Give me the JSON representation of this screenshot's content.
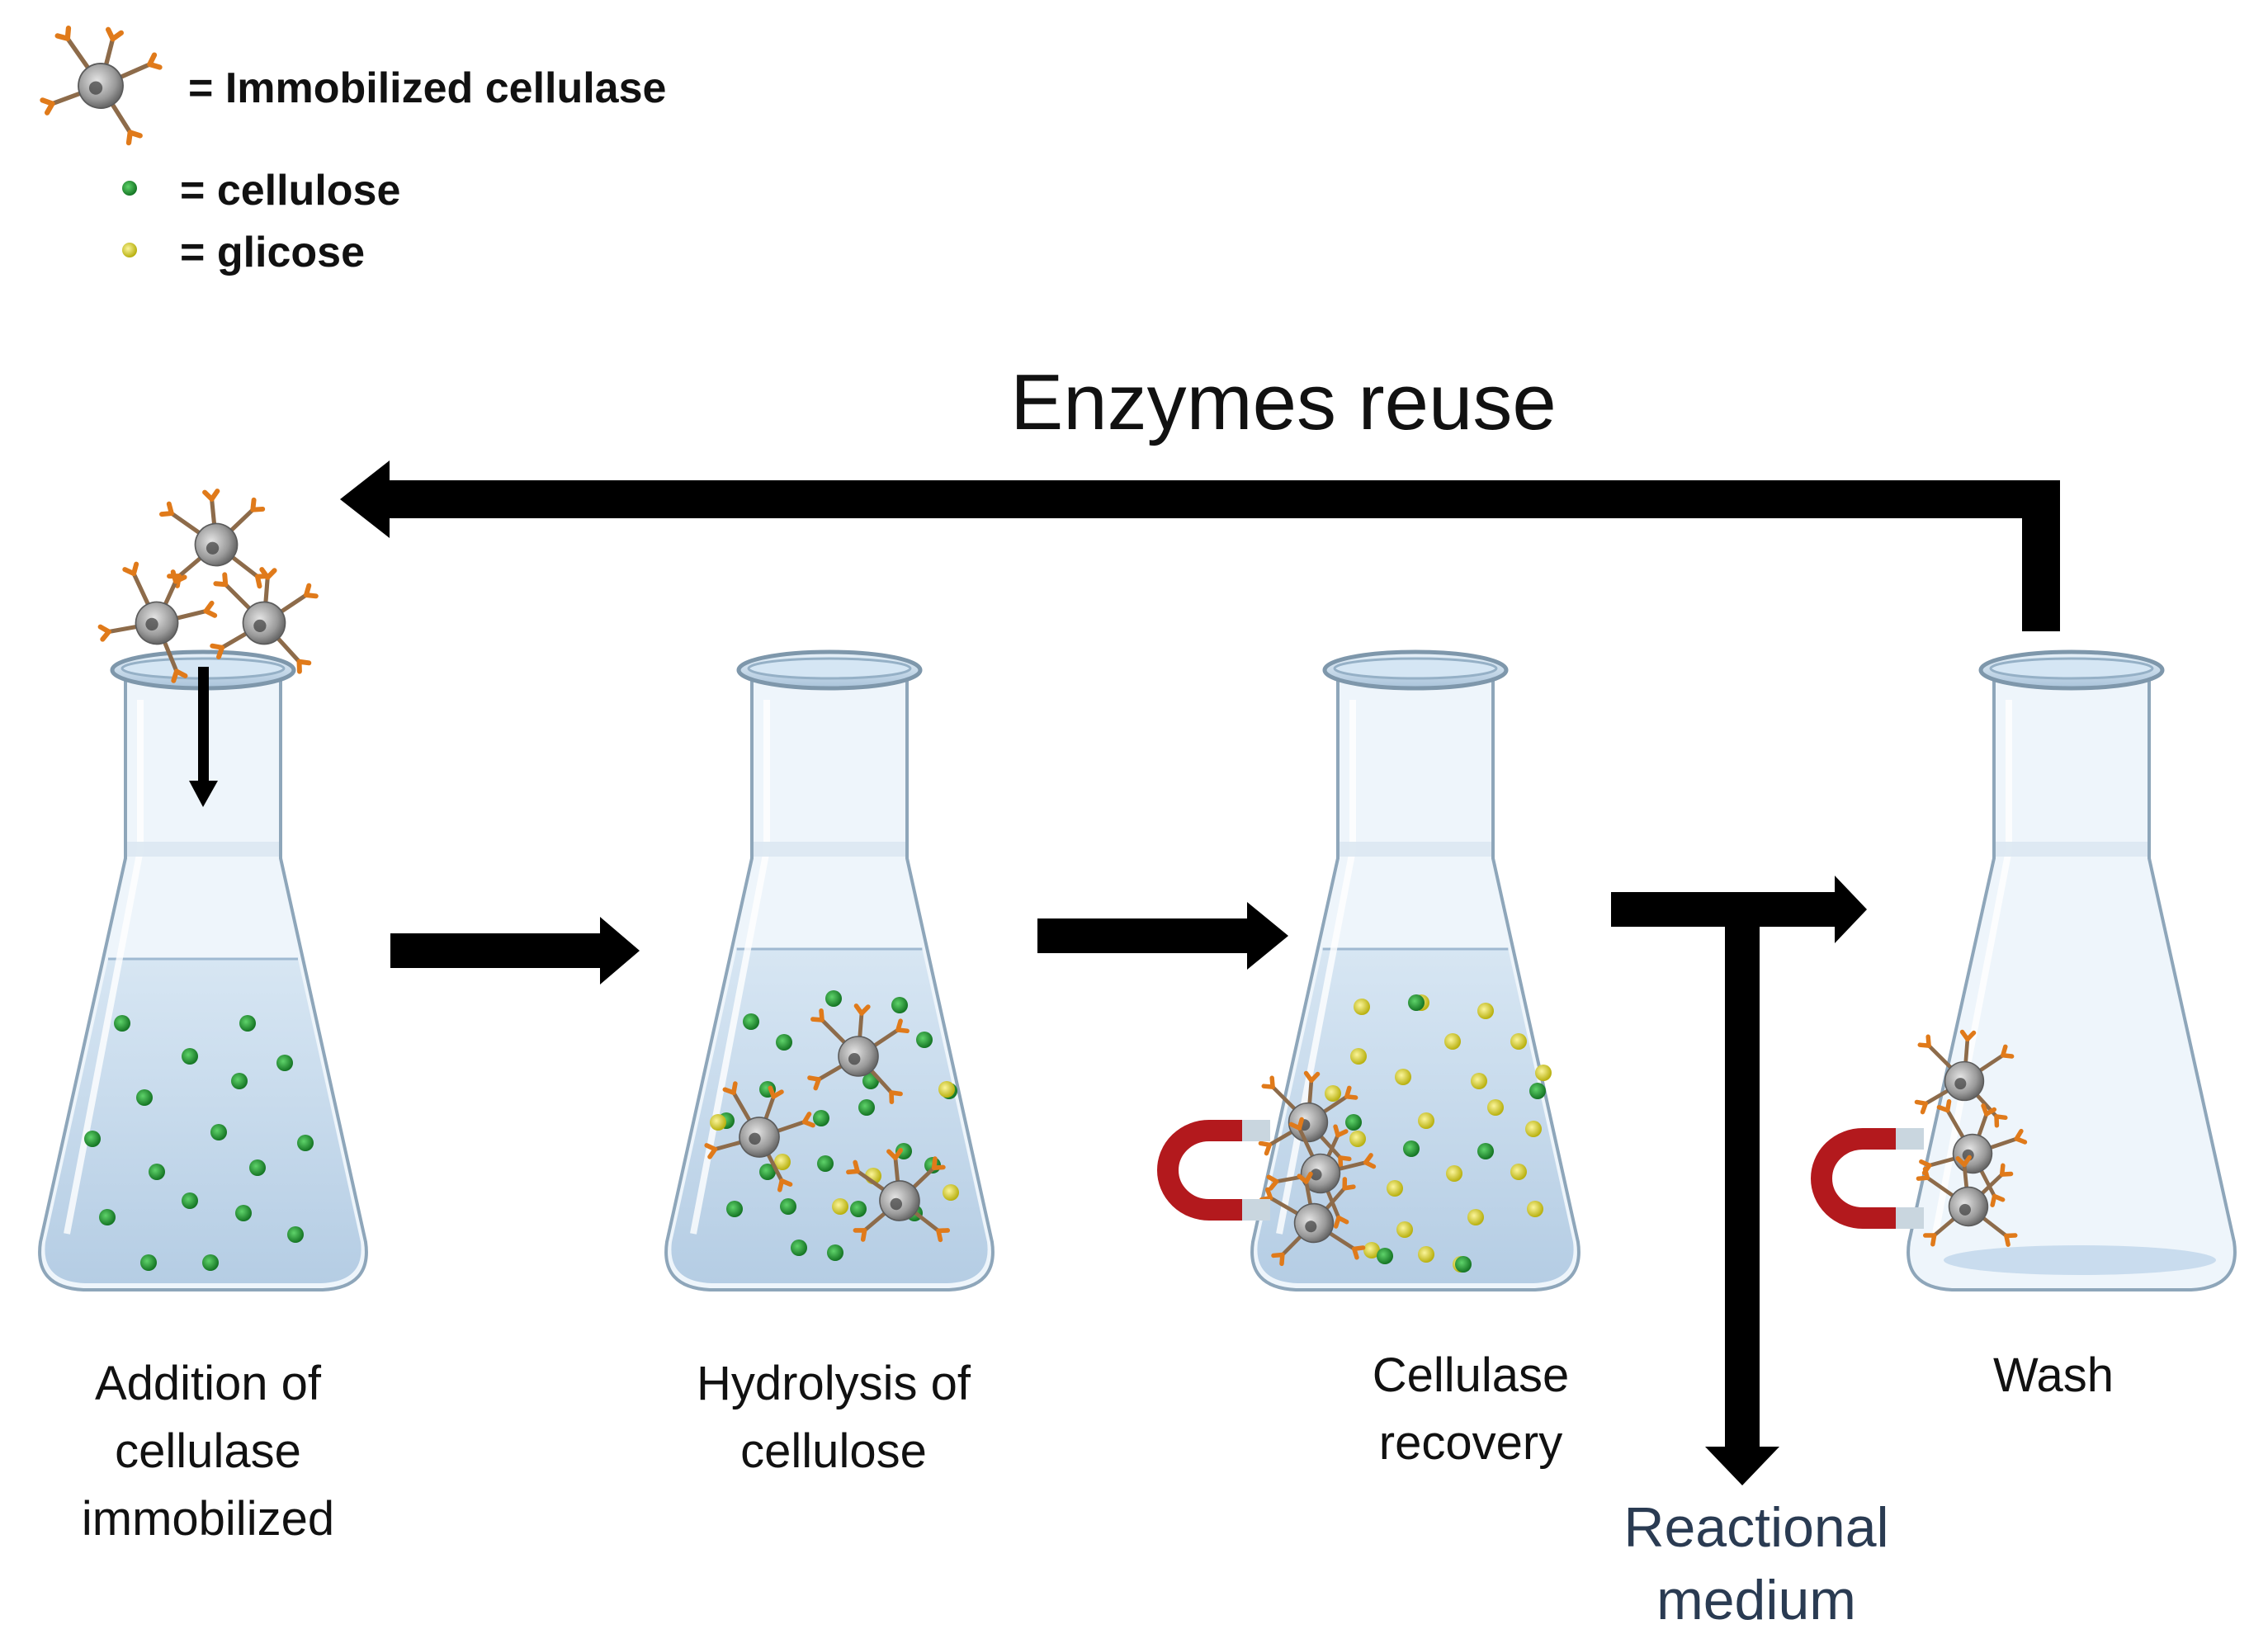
{
  "legend": {
    "enzyme_label": "= Immobilized  cellulase",
    "cellulose_label": "= cellulose",
    "glucose_label": "= glicose"
  },
  "title": "Enzymes reuse",
  "steps": [
    {
      "lines": [
        "Addition of",
        "cellulase",
        "immobilized"
      ]
    },
    {
      "lines": [
        "Hydrolysis of",
        "cellulose"
      ]
    },
    {
      "lines": [
        "Cellulase",
        "recovery"
      ]
    },
    {
      "lines": [
        "Wash"
      ]
    }
  ],
  "output": {
    "lines": [
      "Reactional",
      "medium"
    ]
  },
  "colors": {
    "cellulose": "#1f8a2e",
    "glucose": "#d8d21a",
    "enzyme_core": "#9c9c9c",
    "enzyme_arm": "#e07a1a",
    "magnet": "#b3191d",
    "liquid": "#c4d9ec",
    "glass": "#eef5fb",
    "arrow": "#000000"
  },
  "icons": [
    "immobilized-cellulase-icon",
    "cellulose-particle-icon",
    "glucose-particle-icon",
    "magnet-icon",
    "erlenmeyer-flask-icon"
  ]
}
